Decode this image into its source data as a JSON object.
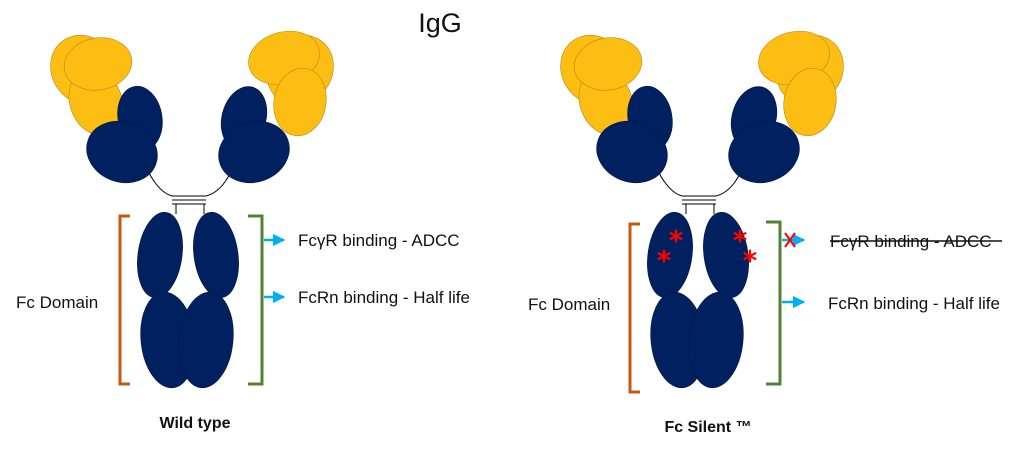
{
  "title": "IgG",
  "wild_type": {
    "caption": "Wild type",
    "domain_label": "Fc Domain",
    "binding_1": "FcγR binding - ADCC",
    "binding_2": "FcRn binding - Half life"
  },
  "fc_silent": {
    "caption": "Fc Silent ™",
    "domain_label": "Fc Domain",
    "binding_1": "FcγR binding - ADCC",
    "binding_1_struck": true,
    "binding_2": "FcRn binding - Half life",
    "mutation_mark": "*"
  },
  "colors": {
    "light_chain": "#FDBE14",
    "heavy_chain": "#002060",
    "fc_bracket": "#C55A11",
    "binding_bracket": "#548235",
    "arrow": "#00B0F0",
    "mutation": "#FF0000"
  }
}
